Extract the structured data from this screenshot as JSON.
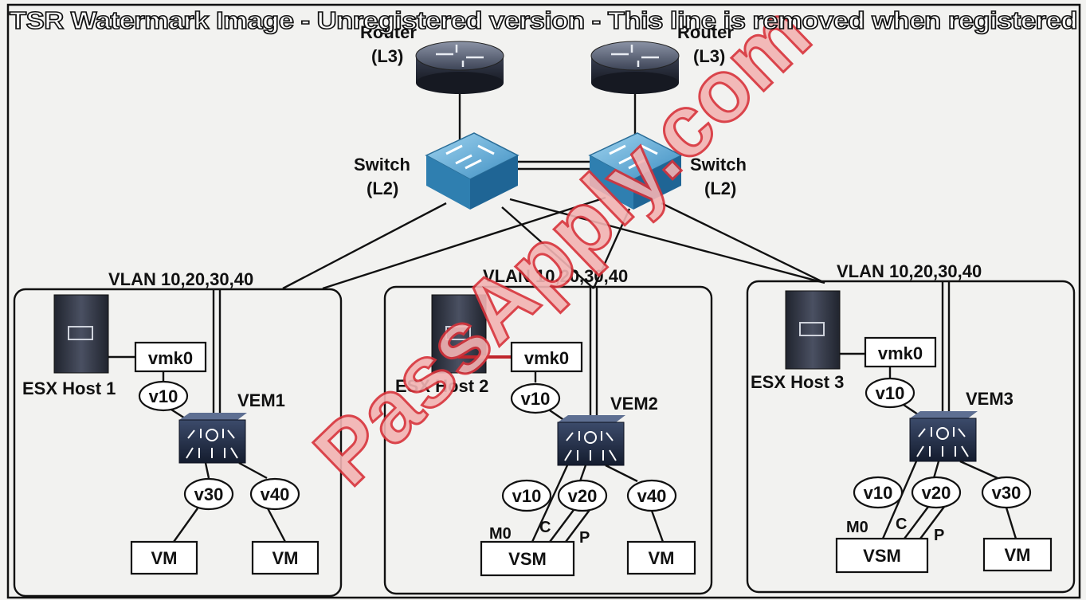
{
  "watermark": "TSR Watermark Image - Unregistered version - This line is removed when registered",
  "overlay_watermark": "PassApply.com",
  "routers": [
    {
      "label1": "Router",
      "label2": "(L3)"
    },
    {
      "label1": "Router",
      "label2": "(L3)"
    }
  ],
  "switches": [
    {
      "label1": "Switch",
      "label2": "(L2)"
    },
    {
      "label1": "Switch",
      "label2": "(L2)"
    }
  ],
  "hosts": [
    {
      "vlan": "VLAN 10,20,30,40",
      "host": "ESX Host 1",
      "vmk": "vmk0",
      "vmk_port": "v10",
      "vem": "VEM1",
      "ports": [
        "v30",
        "v40"
      ],
      "vms": [
        "VM",
        "VM"
      ]
    },
    {
      "vlan": "VLAN 10,20,30,40",
      "host": "ESX Host 2",
      "vmk": "vmk0",
      "vmk_port": "v10",
      "vem": "VEM2",
      "ports": [
        "v10",
        "v20",
        "v40"
      ],
      "vsm": "VSM",
      "vsm_links": [
        "M0",
        "C",
        "P"
      ],
      "vms": [
        "VM"
      ]
    },
    {
      "vlan": "VLAN 10,20,30,40",
      "host": "ESX Host 3",
      "vmk": "vmk0",
      "vmk_port": "v10",
      "vem": "VEM3",
      "ports": [
        "v10",
        "v20",
        "v30"
      ],
      "vsm": "VSM",
      "vsm_links": [
        "M0",
        "C",
        "P"
      ],
      "vms": [
        "VM"
      ]
    }
  ],
  "colors": {
    "background": "#f2f2f0",
    "router": "#2c3140",
    "switch": "#4a97c6",
    "vem": "#25324d",
    "overlay": "#d8323a"
  },
  "icons": [
    "router-icon",
    "switch-icon",
    "server-icon",
    "vem-switch-icon"
  ]
}
